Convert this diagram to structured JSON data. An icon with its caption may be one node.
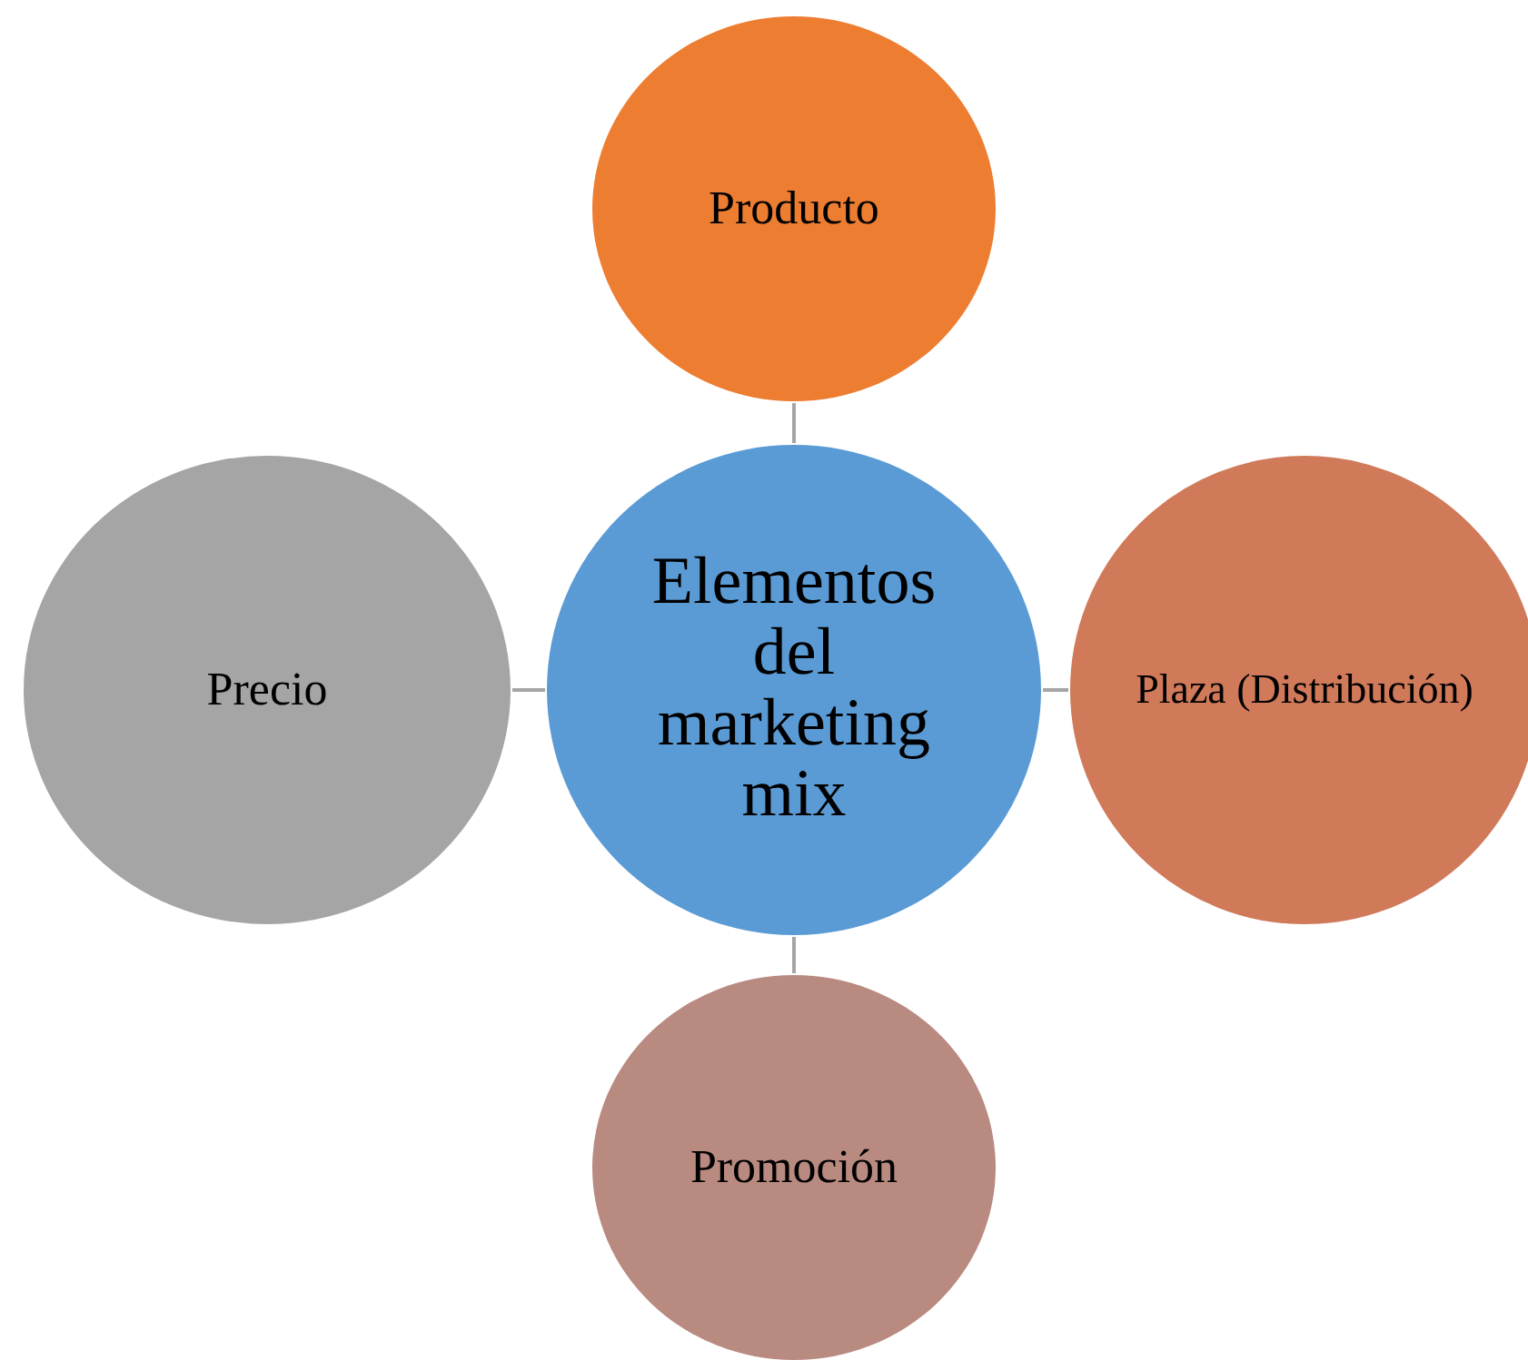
{
  "diagram": {
    "nodes": [
      {
        "text": [
          "Producto"
        ]
      },
      {
        "text": [
          "Precio"
        ]
      },
      {
        "text": [
          "Elementos del marketing mix"
        ]
      },
      {
        "text": [
          "Plaza (Distribución)"
        ]
      },
      {
        "text": [
          "Promoción"
        ]
      }
    ],
    "edges": [
      {
        "from": 2,
        "to": 0,
        "arrow": "none"
      },
      {
        "from": 2,
        "to": 1,
        "arrow": "none"
      },
      {
        "from": 2,
        "to": 3,
        "arrow": "none"
      },
      {
        "from": 2,
        "to": 4,
        "arrow": "none"
      }
    ]
  }
}
